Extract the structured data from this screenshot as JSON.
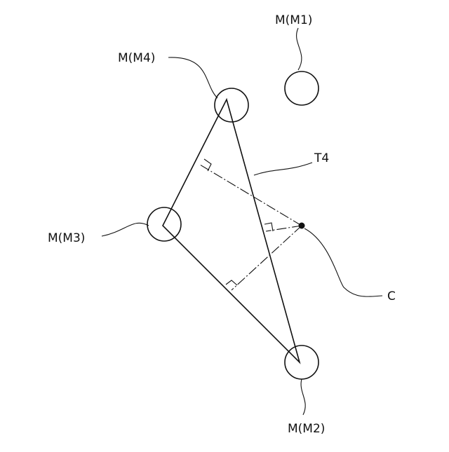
{
  "labels": {
    "m1": "M(M1)",
    "m2": "M(M2)",
    "m3": "M(M3)",
    "m4": "M(M4)",
    "t4": "T4",
    "c": "C"
  }
}
